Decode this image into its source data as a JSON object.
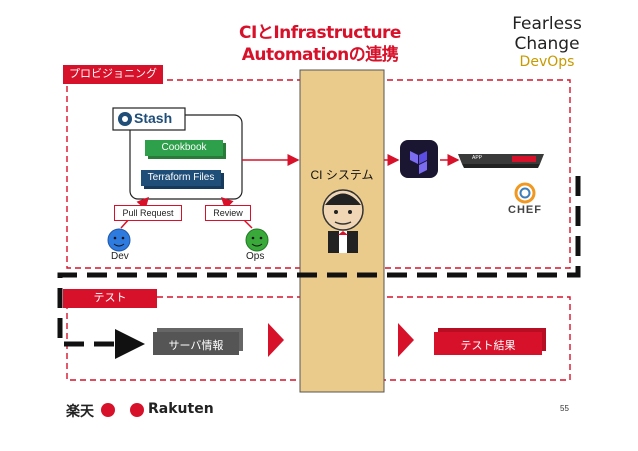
{
  "title": {
    "line1": "CIとInfrastructure",
    "line2": "Automationの連携"
  },
  "brand": {
    "line1": "Fearless Change",
    "line2": "DevOps"
  },
  "sections": {
    "provisioning": "プロビジョニング",
    "test": "テスト"
  },
  "stash": {
    "logo_text": "Stash",
    "cookbook": "Cookbook",
    "terraform": "Terraform Files"
  },
  "pull_request": "Pull Request",
  "review": "Review",
  "actors": {
    "dev": "Dev",
    "ops": "Ops"
  },
  "ci": {
    "label": "CI システム"
  },
  "chef": {
    "label": "CHEF"
  },
  "server": {
    "label": "APP"
  },
  "test_flow": {
    "server_info": "サーバ情報",
    "result": "テスト結果"
  },
  "footer": {
    "rakuten_jp": "楽天",
    "rakuten_en": "Rakuten",
    "page": "55"
  },
  "colors": {
    "accent": "#d8112a",
    "ci_column": "#eacb8b",
    "stash_blue": "#1f4e79",
    "stash_green": "#2ea04b",
    "terraform": "#5c4ee5"
  }
}
